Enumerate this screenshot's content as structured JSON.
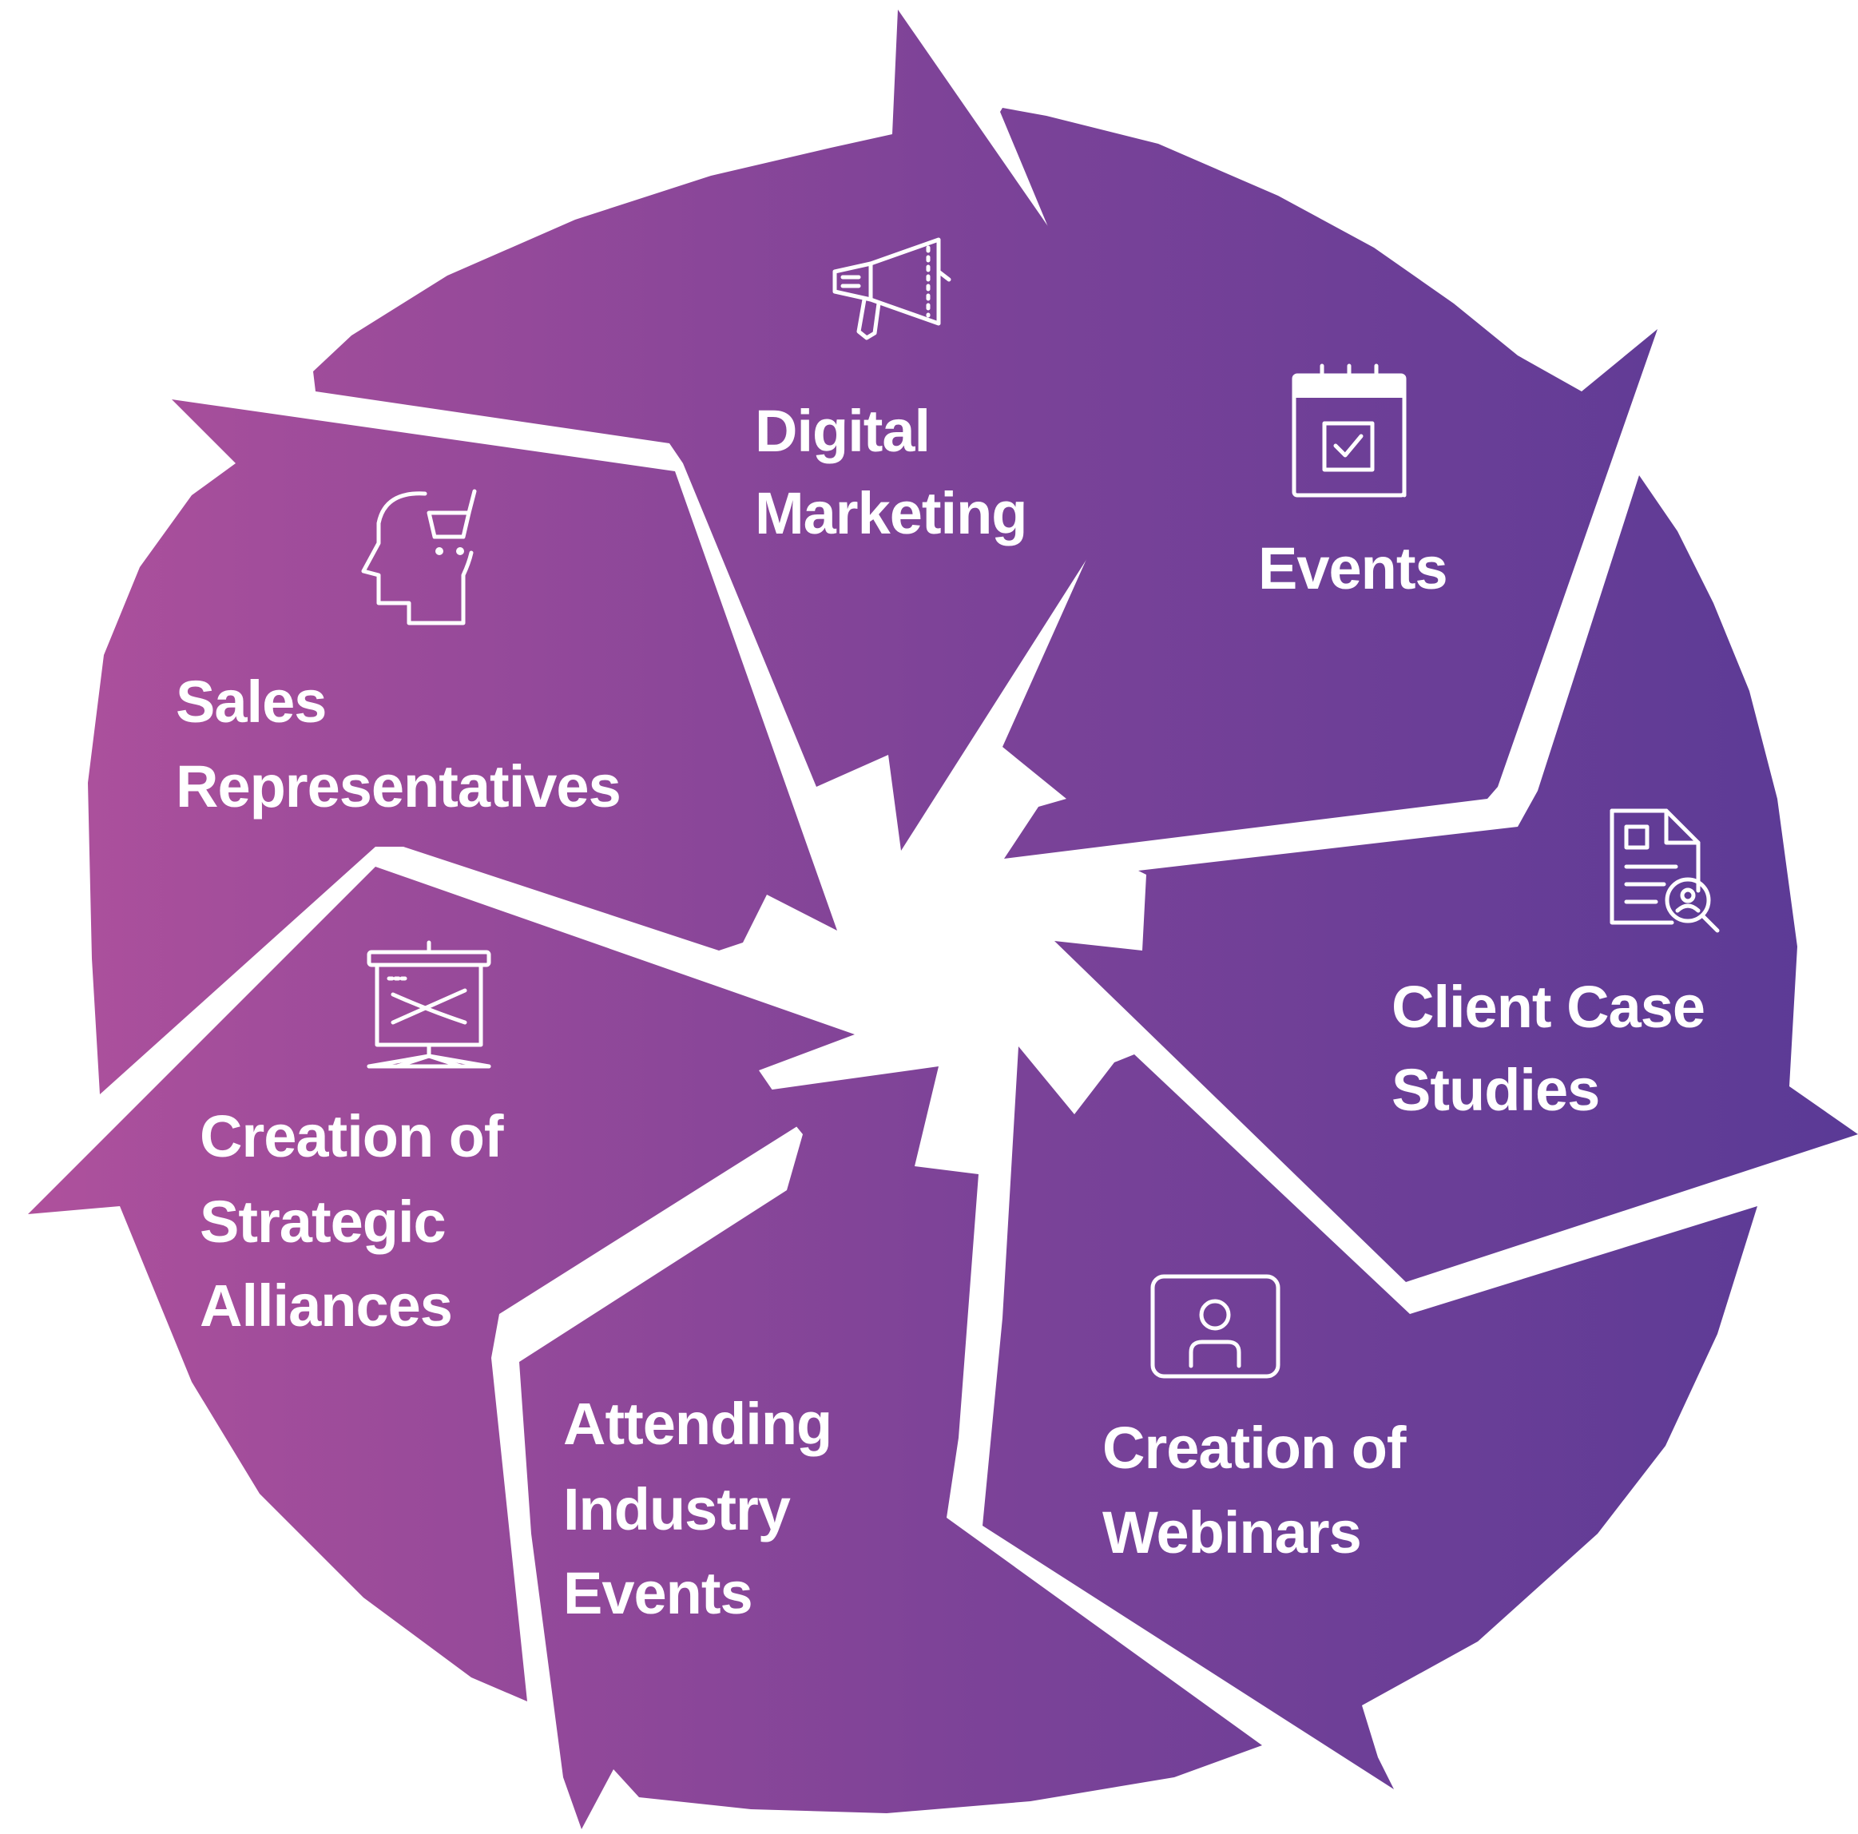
{
  "diagram": {
    "segments": [
      {
        "id": "digital-marketing",
        "lines": [
          "Digital",
          "Marketing"
        ],
        "icon": "megaphone-icon"
      },
      {
        "id": "events",
        "lines": [
          "Events"
        ],
        "icon": "calendar-check-icon"
      },
      {
        "id": "client-case-studies",
        "lines": [
          "Client Case",
          "Studies"
        ],
        "icon": "document-search-icon"
      },
      {
        "id": "creation-of-webinars",
        "lines": [
          "Creation of",
          "Webinars"
        ],
        "icon": "webinar-screen-icon"
      },
      {
        "id": "attending-industry-events",
        "lines": [
          "Attending",
          "Industry",
          "Events"
        ],
        "icon": ""
      },
      {
        "id": "creation-of-strategic-alliances",
        "lines": [
          "Creation of",
          "Strategic",
          "Alliances"
        ],
        "icon": "presentation-board-icon"
      },
      {
        "id": "sales-representatives",
        "lines": [
          "Sales",
          "Representatives"
        ],
        "icon": "head-cart-icon"
      }
    ],
    "colors": {
      "gradient_left": "#b0519c",
      "gradient_mid": "#7e4398",
      "gradient_right": "#5a3a96",
      "gap": "#ffffff",
      "text": "#ffffff"
    }
  }
}
